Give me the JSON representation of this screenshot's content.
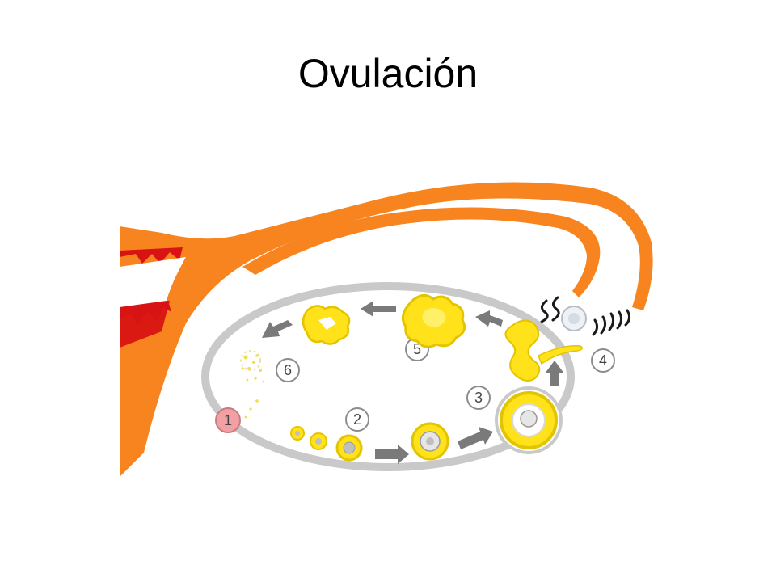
{
  "slide": {
    "title": "Ovulación"
  },
  "diagram": {
    "stages": [
      {
        "number": "1"
      },
      {
        "number": "2"
      },
      {
        "number": "3"
      },
      {
        "number": "4"
      },
      {
        "number": "5"
      },
      {
        "number": "6"
      }
    ],
    "colors": {
      "tube": "#f7841f",
      "tube_dark": "#e8730f",
      "endometrium": "#d81313",
      "ovary_ring": "#c9c9c9",
      "follicle": "#ffe21a",
      "follicle_stroke": "#e3c400",
      "follicle_core": "#bfbfbf",
      "arrow": "#7a7a7a",
      "stage_one_marker": "#f2a0a4",
      "label_circle": "#ffffff",
      "label_stroke": "#8c8c8c"
    }
  }
}
